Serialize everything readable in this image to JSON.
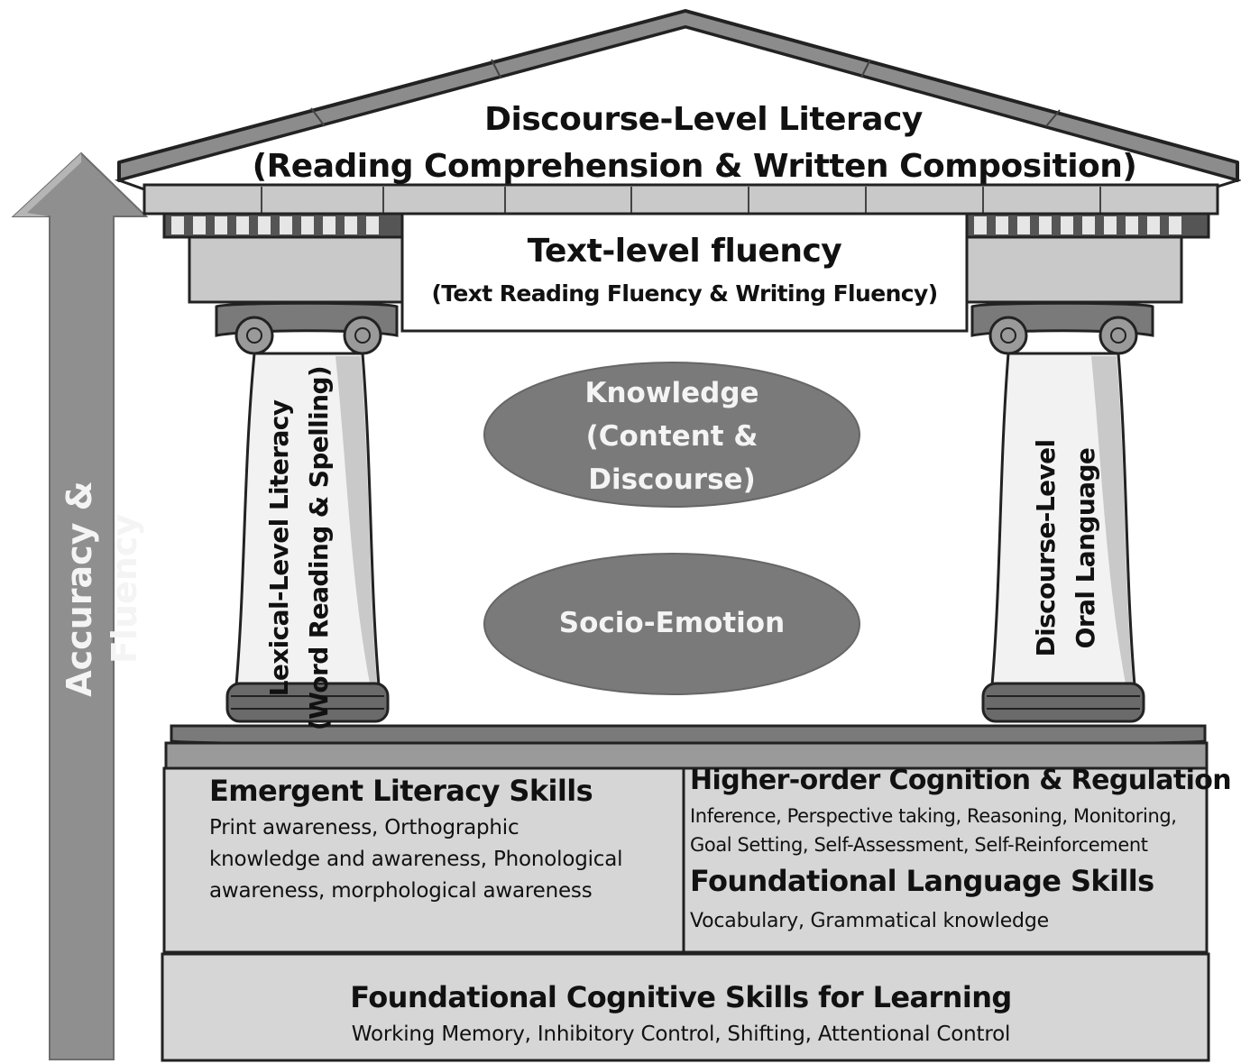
{
  "roof": {
    "title": "Discourse-Level Literacy",
    "subtitle": "(Reading Comprehension & Written Composition)"
  },
  "lintel": {
    "title": "Text-level fluency",
    "subtitle": "(Text Reading Fluency & Writing Fluency)"
  },
  "center": {
    "knowledge_lines": [
      "Knowledge",
      "(Content &",
      "Discourse)"
    ],
    "socio": "Socio-Emotion"
  },
  "pillars": {
    "left_line1": "Lexical-Level Literacy",
    "left_line2": "(Word Reading & Spelling)",
    "right_line1": "Discourse-Level",
    "right_line2": "Oral Language"
  },
  "arrow": {
    "label": "Accuracy & Fluency"
  },
  "foundation": {
    "emergent": {
      "title": "Emergent Literacy Skills",
      "lines": [
        "Print awareness, Orthographic",
        "knowledge and awareness, Phonological",
        "awareness, morphological awareness"
      ]
    },
    "higher_order": {
      "title": "Higher-order Cognition & Regulation",
      "lines": [
        "Inference, Perspective taking, Reasoning, Monitoring,",
        "Goal Setting, Self-Assessment, Self-Reinforcement"
      ]
    },
    "language": {
      "title": "Foundational Language Skills",
      "body": "Vocabulary, Grammatical knowledge"
    },
    "cognitive": {
      "title": "Foundational Cognitive Skills for Learning",
      "body": "Working Memory, Inhibitory Control, Shifting, Attentional Control"
    }
  },
  "colors": {
    "stone": "#d6d6d6",
    "stone_dark": "#9a9a9a",
    "oval": "#7a7a7a",
    "arrow": "#8f8f8f",
    "outline": "#2a2a2a"
  }
}
